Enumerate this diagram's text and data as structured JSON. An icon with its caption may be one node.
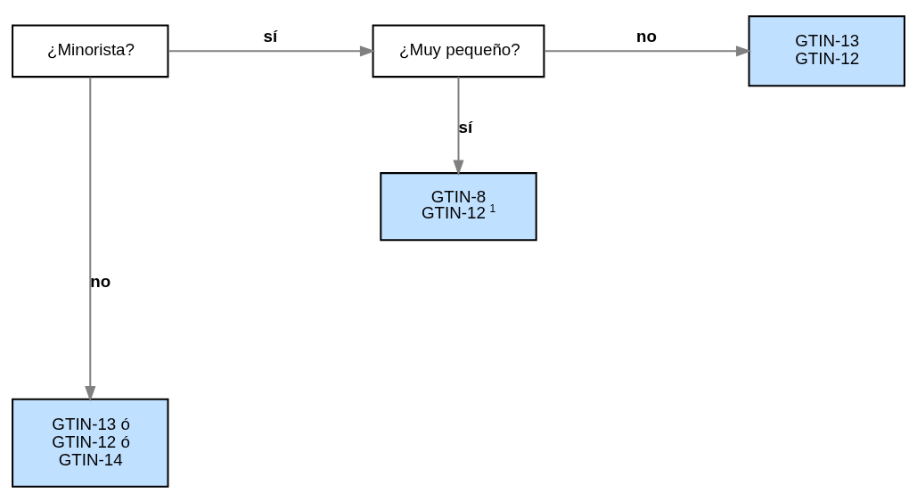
{
  "diagram": {
    "nodes": [
      {
        "text": [
          "¿Minorista?"
        ]
      },
      {
        "text": [
          "¿Muy pequeño?"
        ]
      },
      {
        "text": [
          "GTIN-13",
          "GTIN-12"
        ]
      },
      {
        "text": [
          "GTIN-8",
          "GTIN-12 $^{1}$"
        ]
      },
      {
        "text": [
          "GTIN-13 ó",
          "GTIN-12 ó",
          "GTIN-14"
        ]
      }
    ],
    "edges": [
      {
        "from": 0,
        "to": 1,
        "arrow": "to",
        "label": "sí"
      },
      {
        "from": 1,
        "to": 2,
        "arrow": "to",
        "label": "no"
      },
      {
        "from": 1,
        "to": 3,
        "arrow": "to",
        "label": "sí"
      },
      {
        "from": 0,
        "to": 4,
        "arrow": "to",
        "label": "no"
      }
    ]
  }
}
